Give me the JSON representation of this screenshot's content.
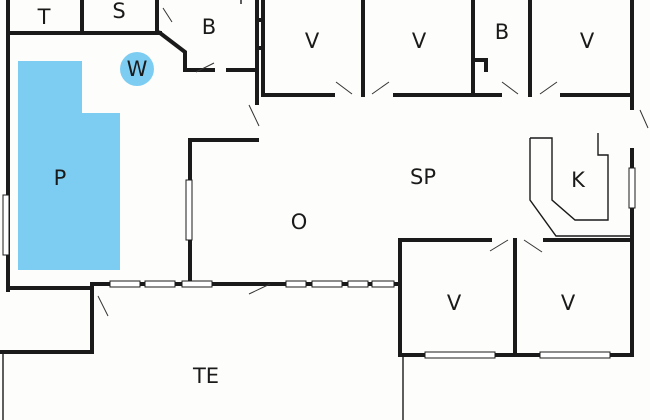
{
  "colors": {
    "pool": "#7dcdf3",
    "whirlpool": "#7dcdf3",
    "background": "#fdfdfb",
    "wall": "#1a1a1a"
  },
  "rooms": {
    "t": "T",
    "s": "S",
    "bath_left": "B",
    "bedroom_1": "V",
    "bedroom_2": "V",
    "bath_right": "B",
    "bedroom_3": "V",
    "whirlpool": "W",
    "pool": "P",
    "games_room": "SP",
    "kitchen": "K",
    "living": "O",
    "bedroom_4": "V",
    "bedroom_5": "V",
    "terrace": "TE"
  }
}
